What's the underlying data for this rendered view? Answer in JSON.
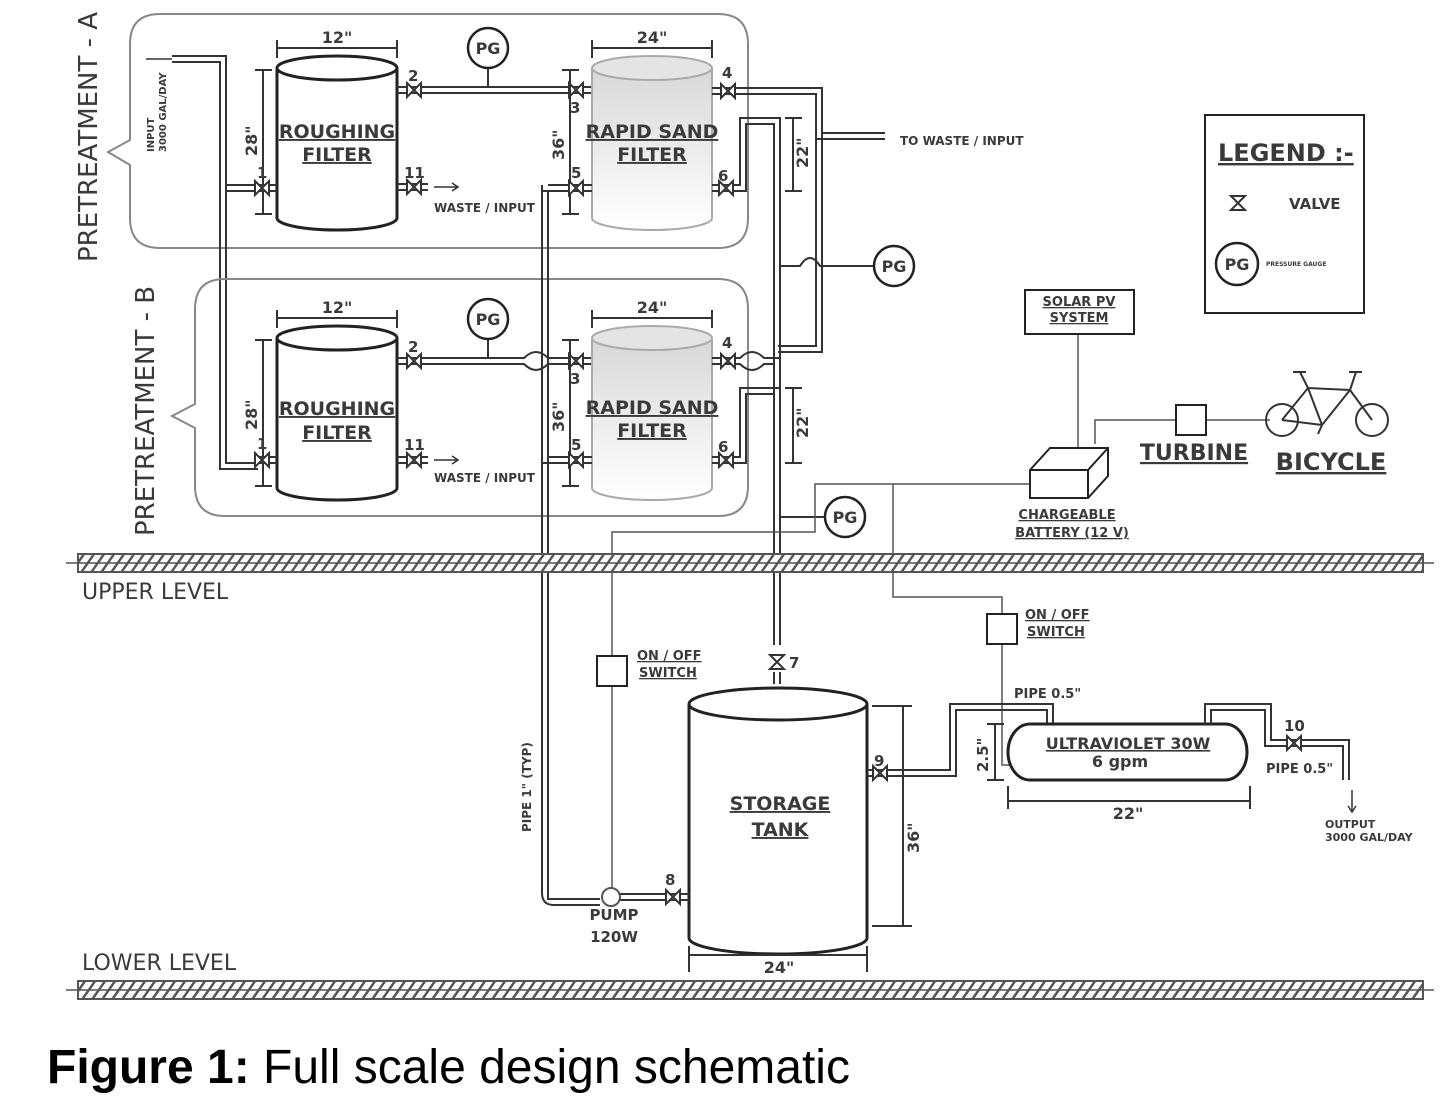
{
  "sections": {
    "pretreatment_a": "PRETREATMENT - A",
    "pretreatment_b": "PRETREATMENT - B",
    "upper_level": "UPPER LEVEL",
    "lower_level": "LOWER LEVEL"
  },
  "input": {
    "label_1": "INPUT",
    "label_2": "3000 GAL/DAY"
  },
  "pretreatment_a": {
    "roughing_1": "ROUGHING",
    "roughing_2": "FILTER",
    "rsf_1": "RAPID SAND",
    "rsf_2": "FILTER",
    "dim_rough_w": "12\"",
    "dim_rough_h": "28\"",
    "dim_rsf_w": "24\"",
    "dim_rsf_h": "36\"",
    "dim_rsf_out": "22\"",
    "pg": "PG",
    "waste": "WASTE / INPUT",
    "to_waste": "TO WASTE / INPUT",
    "v1": "1",
    "v2": "2",
    "v3": "3",
    "v4": "4",
    "v5": "5",
    "v6": "6",
    "v11": "11"
  },
  "pretreatment_b": {
    "roughing_1": "ROUGHING",
    "roughing_2": "FILTER",
    "rsf_1": "RAPID SAND",
    "rsf_2": "FILTER",
    "dim_rough_w": "12\"",
    "dim_rough_h": "28\"",
    "dim_rsf_w": "24\"",
    "dim_rsf_h": "36\"",
    "dim_rsf_out": "22\"",
    "pg": "PG",
    "waste": "WASTE / INPUT",
    "v1": "1",
    "v2": "2",
    "v3": "3",
    "v4": "4",
    "v5": "5",
    "v6": "6",
    "v11": "11"
  },
  "pg_mid": "PG",
  "pg_lower": "PG",
  "legend": {
    "title": "LEGEND :-",
    "valve": "VALVE",
    "pg": "PG",
    "pg_desc": "PRESSURE GAUGE"
  },
  "power": {
    "solar_1": "SOLAR PV",
    "solar_2": "SYSTEM",
    "turbine": "TURBINE",
    "bicycle": "BICYCLE",
    "battery_1": "CHARGEABLE",
    "battery_2": "BATTERY (12 V)"
  },
  "switch_pump": {
    "line_1": "ON / OFF",
    "line_2": "SWITCH"
  },
  "switch_uv": {
    "line_1": "ON / OFF",
    "line_2": "SWITCH"
  },
  "pump": {
    "line_1": "PUMP",
    "line_2": "120W"
  },
  "pipe_typ": "PIPE 1\" (TYP)",
  "storage": {
    "line_1": "STORAGE",
    "line_2": "TANK",
    "dim_w": "24\"",
    "dim_h": "36\""
  },
  "uv": {
    "line_1": "ULTRAVIOLET 30W",
    "line_2": "6 gpm",
    "pipe_in": "PIPE 0.5\"",
    "pipe_out": "PIPE 0.5\"",
    "dim_h": "2.5\"",
    "dim_w": "22\""
  },
  "valves_lower": {
    "v7": "7",
    "v8": "8",
    "v9": "9",
    "v10": "10"
  },
  "output": {
    "line_1": "OUTPUT",
    "line_2": "3000 GAL/DAY"
  },
  "caption": {
    "bold": "Figure 1:",
    "text": " Full scale design schematic"
  }
}
